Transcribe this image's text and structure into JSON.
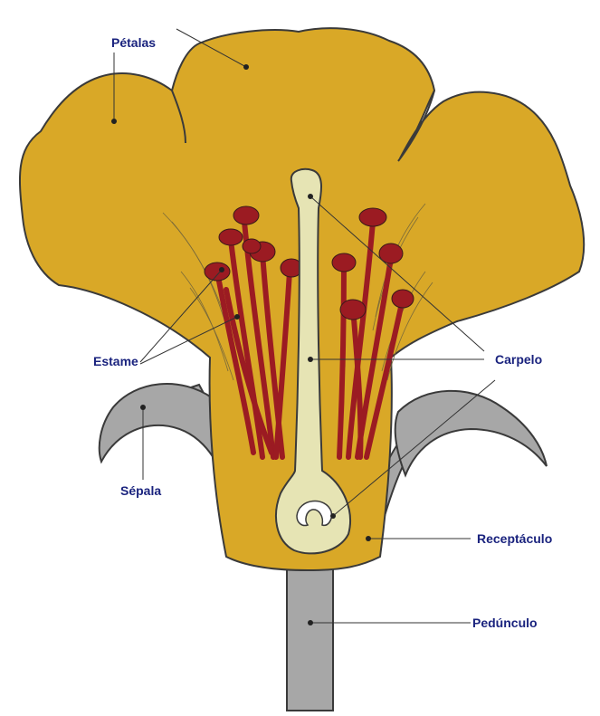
{
  "labels": {
    "petals": "Pétalas",
    "stamen": "Estame",
    "sepal": "Sépala",
    "carpel": "Carpelo",
    "receptacle": "Receptáculo",
    "peduncle": "Pedúnculo"
  },
  "colors": {
    "petal": "#d9a827",
    "petal_outline": "#3a3a3a",
    "stamen": "#9b1b22",
    "carpel": "#e6e4b4",
    "receptacle": "#a7a7a7",
    "label": "#1a237e"
  }
}
